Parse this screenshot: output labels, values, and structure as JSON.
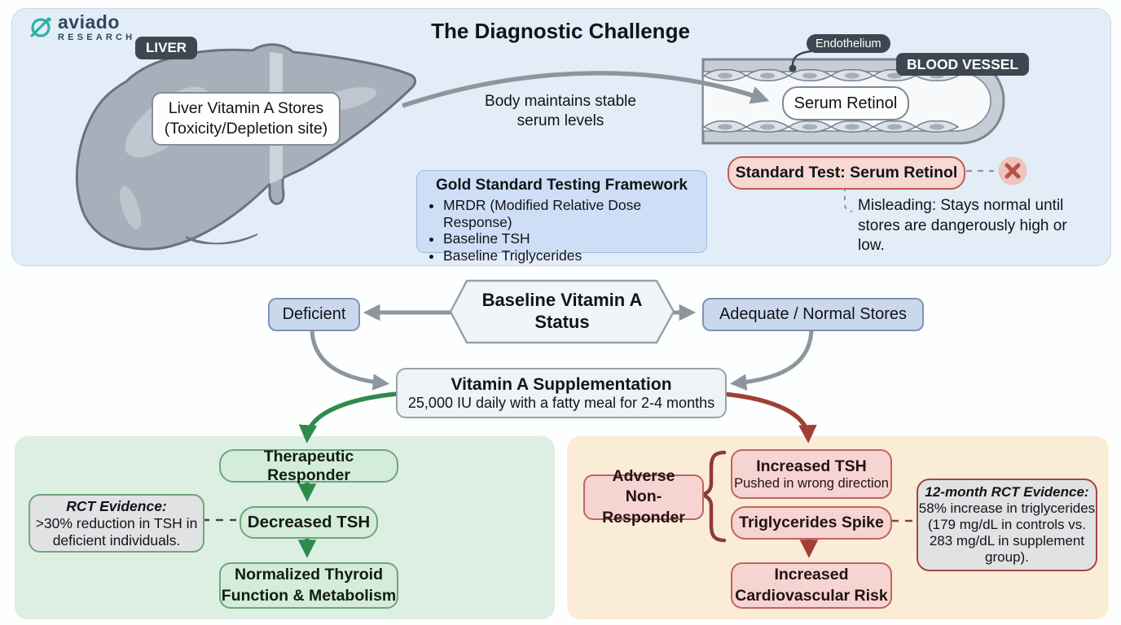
{
  "logo": {
    "name": "aviado",
    "subtitle": "RESEARCH"
  },
  "diagnostic": {
    "title": "The Diagnostic Challenge",
    "liver_tag": "LIVER",
    "liver_note": "Liver Vitamin A Stores\n(Toxicity/Depletion site)",
    "transfer_caption": "Body maintains stable\nserum levels",
    "endothelium_tag": "Endothelium",
    "vessel_tag": "BLOOD VESSEL",
    "serum_label": "Serum Retinol",
    "gold_framework": {
      "title": "Gold Standard Testing Framework",
      "bullets": [
        "MRDR (Modified Relative Dose Response)",
        "Baseline TSH",
        "Baseline Triglycerides"
      ]
    },
    "standard_test": "Standard Test: Serum Retinol",
    "misleading_note": "Misleading: Stays normal until\nstores are dangerously high or low."
  },
  "flow": {
    "baseline": "Baseline Vitamin A\nStatus",
    "deficient": "Deficient",
    "adequate": "Adequate / Normal Stores",
    "supplement": {
      "title": "Vitamin A Supplementation",
      "detail": "25,000 IU daily with a fatty meal for 2-4 months"
    }
  },
  "responder_path": {
    "responder": "Therapeutic Responder",
    "evidence": {
      "title": "RCT Evidence:",
      "body": ">30% reduction in TSH in\ndeficient individuals."
    },
    "decreased_tsh": "Decreased TSH",
    "outcome": "Normalized Thyroid\nFunction & Metabolism"
  },
  "non_responder_path": {
    "adverse": "Adverse\nNon-Responder",
    "increased_tsh": {
      "title": "Increased TSH",
      "subtitle": "Pushed in wrong direction"
    },
    "triglycerides": "Triglycerides Spike",
    "evidence": {
      "title": "12-month RCT Evidence:",
      "body": "58% increase in triglycerides\n(179 mg/dL in controls vs.\n283 mg/dL in supplement\ngroup)."
    },
    "outcome": "Increased\nCardiovascular Risk"
  },
  "colors": {
    "accent_teal": "#2ab3a3",
    "badge_slate": "#3d4751",
    "panel_blue": "#e3edf8",
    "panel_green": "#ddefe2",
    "panel_orange": "#fbecd8",
    "info_blue": "#cedef7",
    "box_green_fill": "#d4ecda",
    "green_arrow": "#2f8b4a",
    "box_pink_fill": "#f6d4d1",
    "red_arrow": "#a03f36",
    "gray_arrow": "#8d959d"
  }
}
